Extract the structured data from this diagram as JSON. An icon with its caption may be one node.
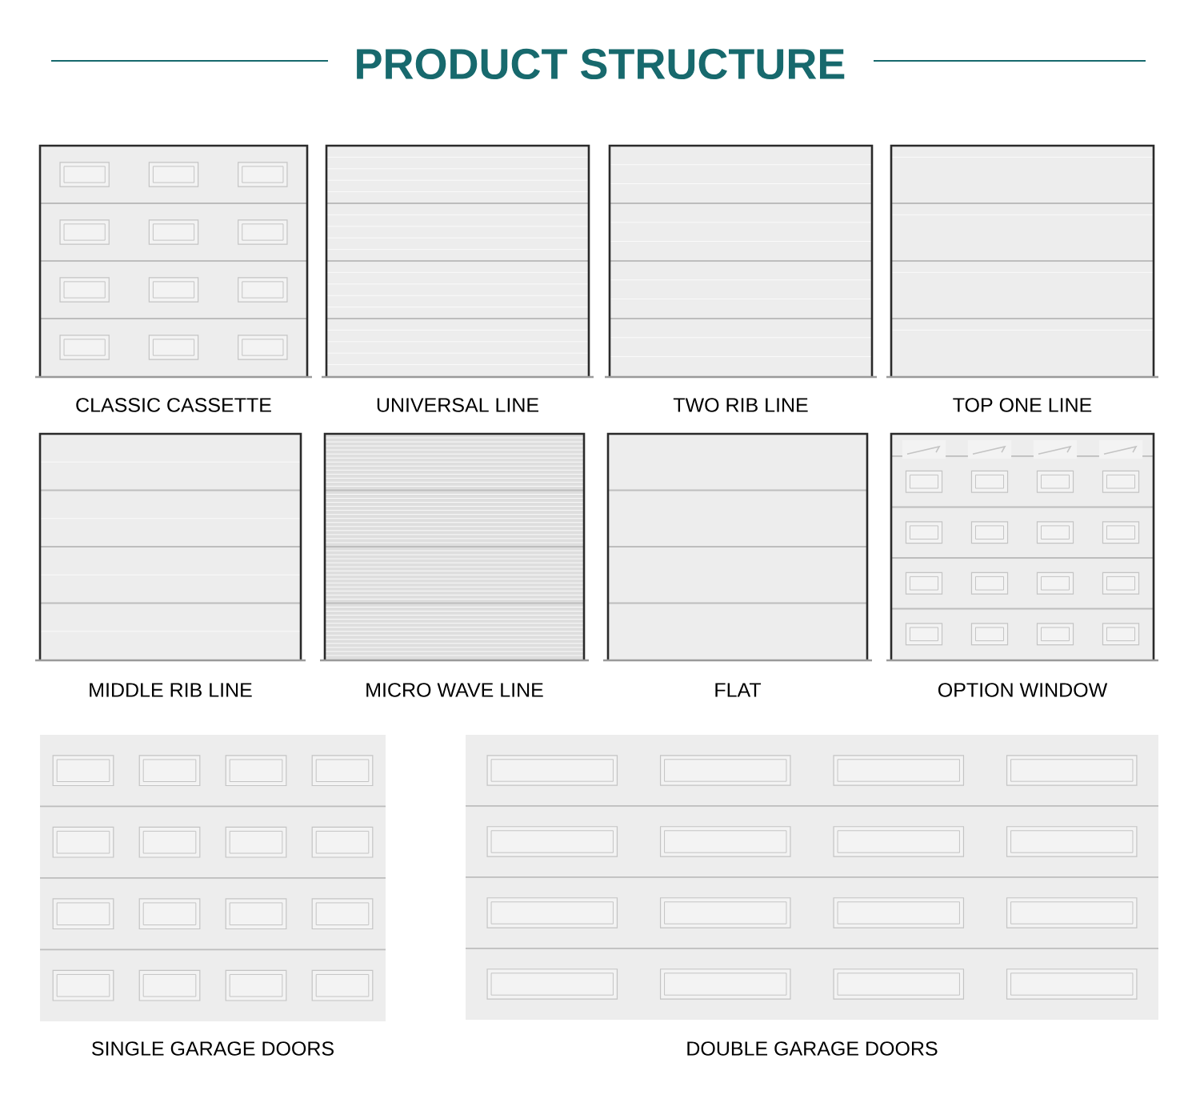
{
  "diagram": {
    "title": "PRODUCT STRUCTURE",
    "nodes": [
      {
        "text": [
          "CLASSIC CASSETTE"
        ]
      },
      {
        "text": [
          "UNIVERSAL LINE"
        ]
      },
      {
        "text": [
          "TWO RIB LINE"
        ]
      },
      {
        "text": [
          "TOP ONE LINE"
        ]
      },
      {
        "text": [
          "MIDDLE RIB LINE"
        ]
      },
      {
        "text": [
          "MICRO WAVE LINE"
        ]
      },
      {
        "text": [
          "FLAT"
        ]
      },
      {
        "text": [
          "OPTION WINDOW"
        ]
      },
      {
        "text": [
          "SINGLE GARAGE DOORS"
        ]
      },
      {
        "text": [
          "DOUBLE GARAGE DOORS"
        ]
      }
    ]
  }
}
